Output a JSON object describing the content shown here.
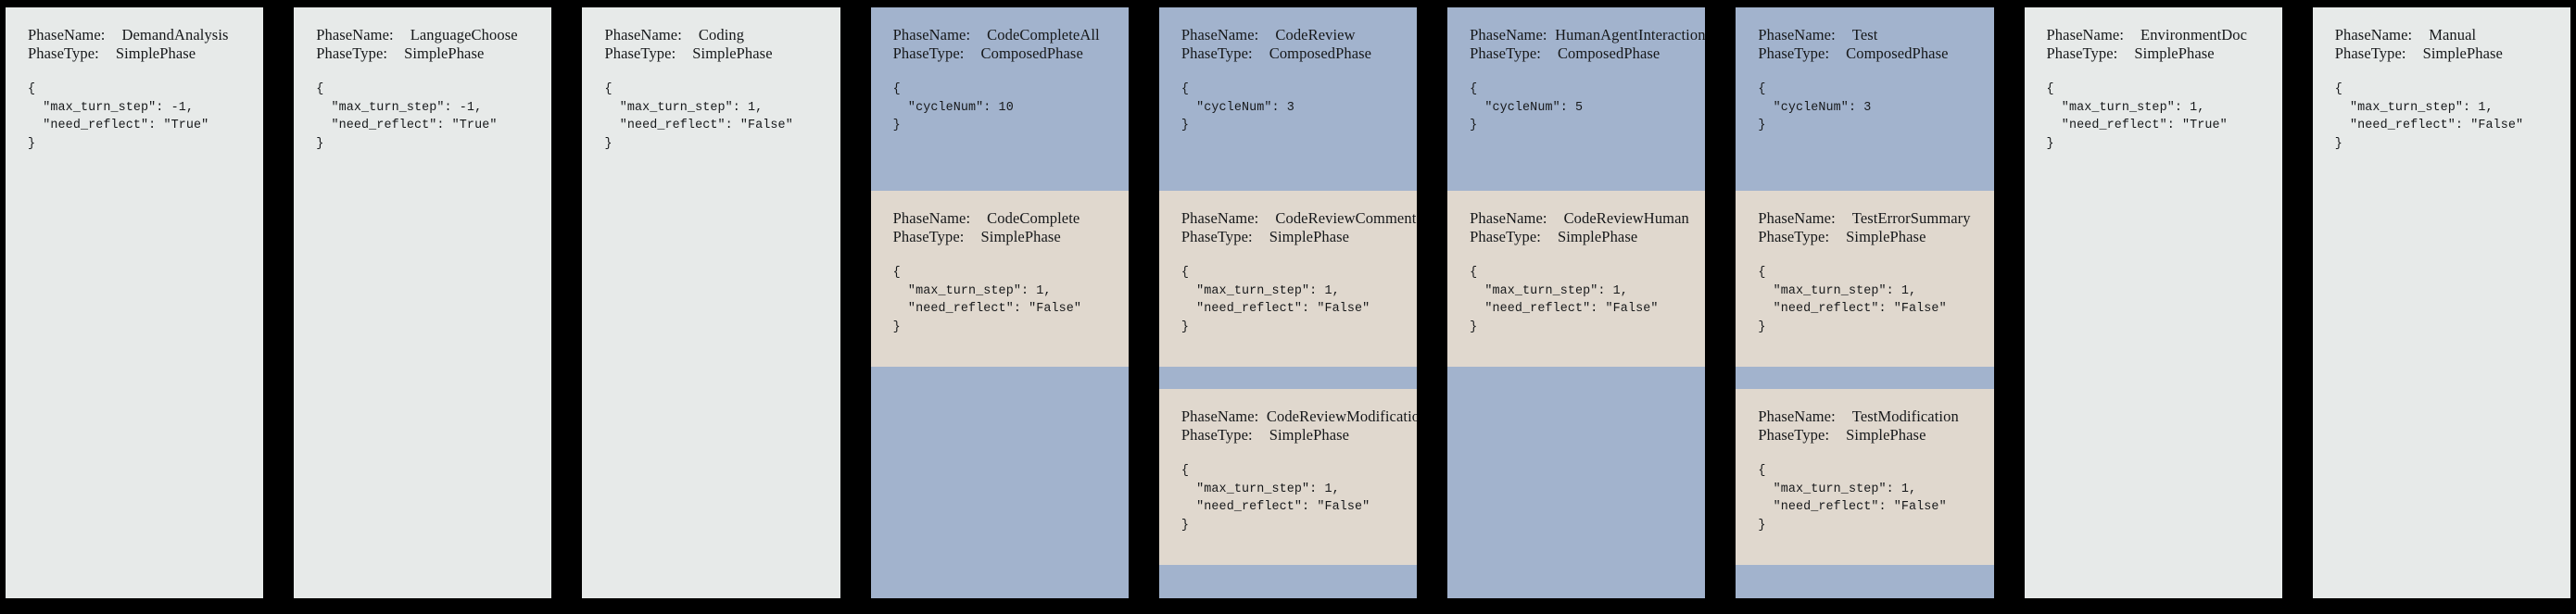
{
  "theme": {
    "page_background": "#000000",
    "simple_phase_color": "#e7eae9",
    "composed_phase_color": "#a2b3cd",
    "subphase_color": "#e0d8ce",
    "text_color": "#16181a"
  },
  "labels": {
    "phase_name_key": "PhaseName:",
    "phase_type_key": "PhaseType:"
  },
  "phases": [
    {
      "name": "DemandAnalysis",
      "type": "SimplePhase",
      "config": "{\n  \"max_turn_step\": -1,\n  \"need_reflect\": \"True\"\n}",
      "subphases": []
    },
    {
      "name": "LanguageChoose",
      "type": "SimplePhase",
      "config": "{\n  \"max_turn_step\": -1,\n  \"need_reflect\": \"True\"\n}",
      "subphases": []
    },
    {
      "name": "Coding",
      "type": "SimplePhase",
      "config": "{\n  \"max_turn_step\": 1,\n  \"need_reflect\": \"False\"\n}",
      "subphases": []
    },
    {
      "name": "CodeCompleteAll",
      "type": "ComposedPhase",
      "config": "{\n  \"cycleNum\": 10\n}",
      "subphases": [
        {
          "name": "CodeComplete",
          "type": "SimplePhase",
          "config": "{\n  \"max_turn_step\": 1,\n  \"need_reflect\": \"False\"\n}"
        }
      ]
    },
    {
      "name": "CodeReview",
      "type": "ComposedPhase",
      "config": "{\n  \"cycleNum\": 3\n}",
      "subphases": [
        {
          "name": "CodeReviewComment",
          "type": "SimplePhase",
          "config": "{\n  \"max_turn_step\": 1,\n  \"need_reflect\": \"False\"\n}"
        },
        {
          "name": "CodeReviewModification",
          "type": "SimplePhase",
          "config": "{\n  \"max_turn_step\": 1,\n  \"need_reflect\": \"False\"\n}"
        }
      ]
    },
    {
      "name": "HumanAgentInteraction",
      "type": "ComposedPhase",
      "config": "{\n  \"cycleNum\": 5\n}",
      "subphases": [
        {
          "name": "CodeReviewHuman",
          "type": "SimplePhase",
          "config": "{\n  \"max_turn_step\": 1,\n  \"need_reflect\": \"False\"\n}"
        }
      ]
    },
    {
      "name": "Test",
      "type": "ComposedPhase",
      "config": "{\n  \"cycleNum\": 3\n}",
      "subphases": [
        {
          "name": "TestErrorSummary",
          "type": "SimplePhase",
          "config": "{\n  \"max_turn_step\": 1,\n  \"need_reflect\": \"False\"\n}"
        },
        {
          "name": "TestModification",
          "type": "SimplePhase",
          "config": "{\n  \"max_turn_step\": 1,\n  \"need_reflect\": \"False\"\n}"
        }
      ]
    },
    {
      "name": "EnvironmentDoc",
      "type": "SimplePhase",
      "config": "{\n  \"max_turn_step\": 1,\n  \"need_reflect\": \"True\"\n}",
      "subphases": []
    },
    {
      "name": "Manual",
      "type": "SimplePhase",
      "config": "{\n  \"max_turn_step\": 1,\n  \"need_reflect\": \"False\"\n}",
      "subphases": []
    }
  ]
}
